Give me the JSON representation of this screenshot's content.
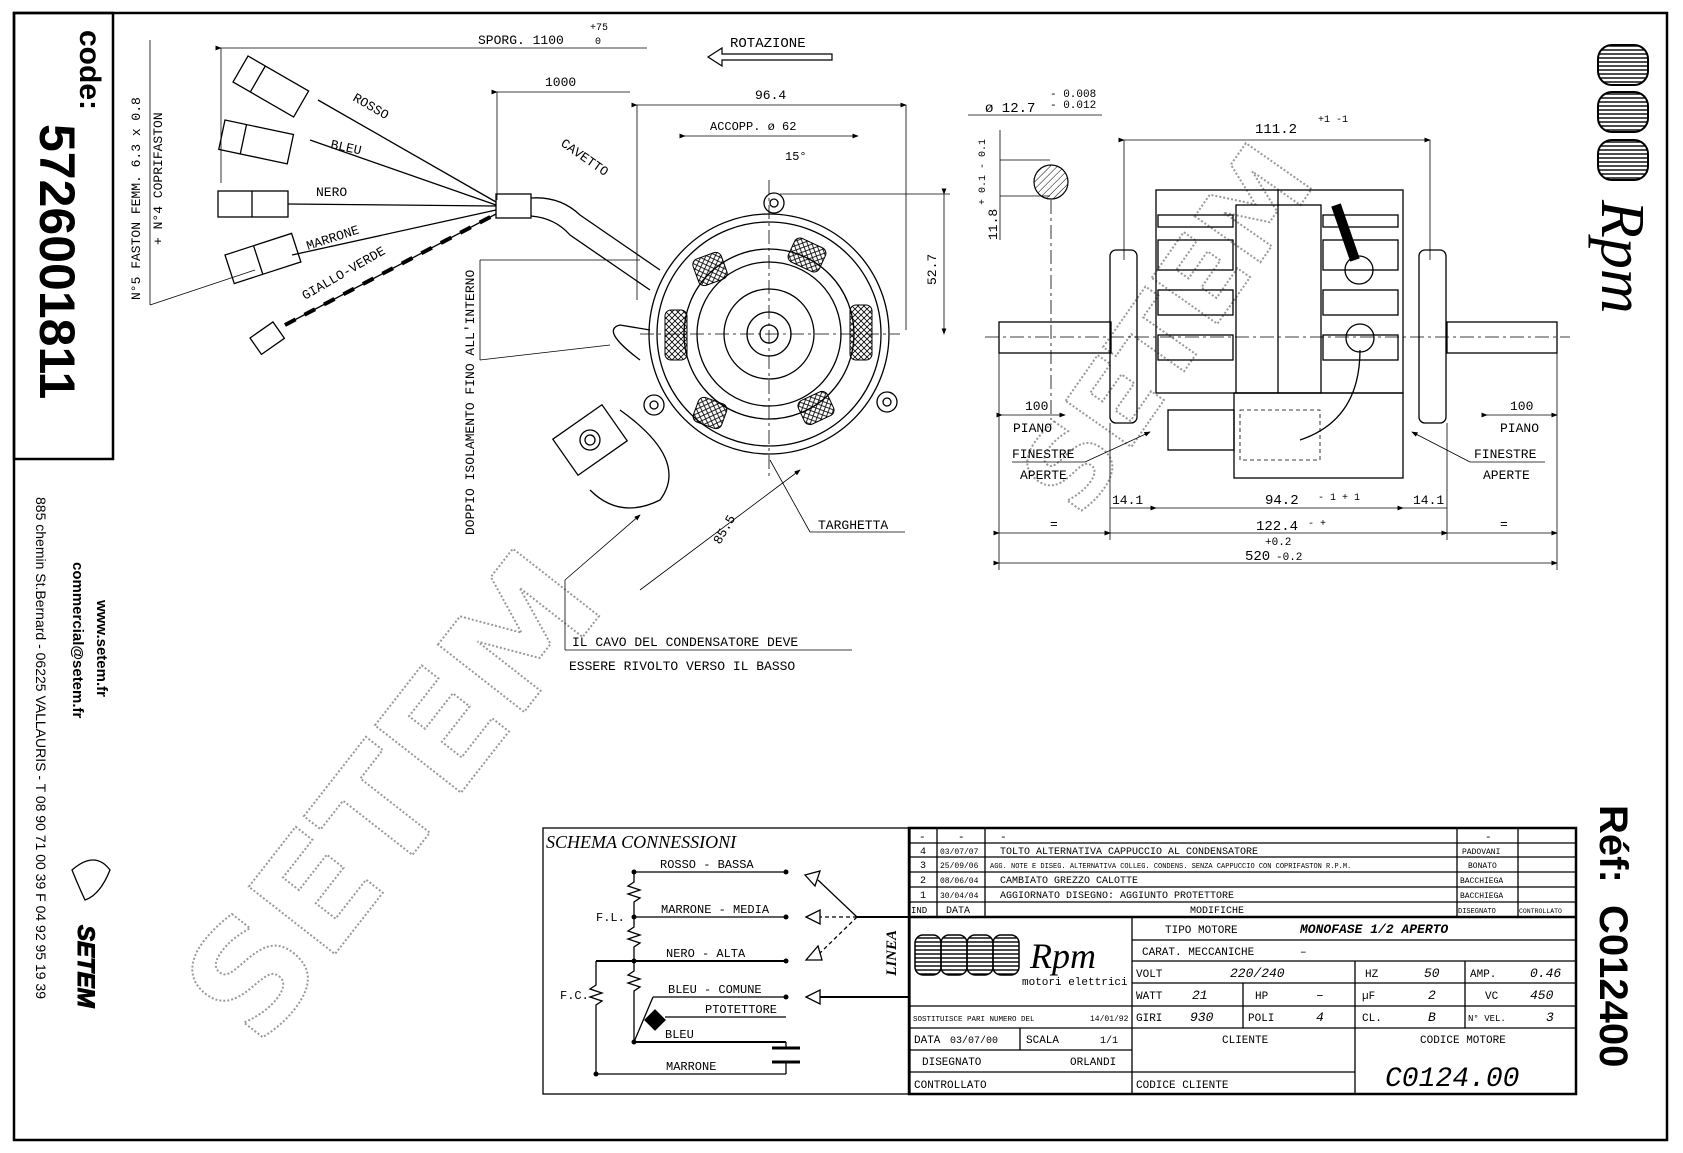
{
  "sidebar_code": {
    "label": "code:",
    "number": "5726001811"
  },
  "company": {
    "website": "www.setem.fr",
    "email": "commercial@setem.fr",
    "address": "885 chemin St.Bernard - 06225 VALLAURIS - T 08 90 71 00 39  F 04 92 95 19 39",
    "logo_text": "SETEM",
    "watermark": "SETEM"
  },
  "reference": {
    "label": "Réf:",
    "value": "C012400"
  },
  "brand": {
    "name": "Rpm",
    "tagline": "motori elettrici"
  },
  "harness": {
    "sporgenza": "SPORG. 1100",
    "sporgenza_tol_plus": "+75",
    "sporgenza_tol_minus": "0",
    "length_1000": "1000",
    "faston_note": "N°5 FASTON FEMM. 6.3 x 0.8",
    "coprifaston_note": "+ N°4 COPRIFASTON",
    "wires": [
      "ROSSO",
      "BLEU",
      "NERO",
      "MARRONE",
      "GIALLO-VERDE"
    ],
    "cavetto": "CAVETTO",
    "insulation_note": "DOPPIO ISOLAMENTO FINO ALL'INTERNO"
  },
  "front_view": {
    "rotation": "ROTAZIONE",
    "dim_96_4": "96.4",
    "accopp": "ACCOPP. ø 62",
    "angle": "15°",
    "dim_52_7": "52.7",
    "dim_85_5": "85.5",
    "targhetta": "TARGHETTA",
    "note_line1": "IL CAVO DEL CONDENSATORE DEVE",
    "note_line2": "ESSERE RIVOLTO VERSO IL BASSO"
  },
  "side_view": {
    "shaft_dia": "ø 12.7",
    "shaft_tol_1": "- 0.008",
    "shaft_tol_2": "- 0.012",
    "flat": "11.8",
    "flat_tol": "+ 0.1  - 0.1",
    "dim_111_2": "111.2",
    "dim_111_2_tol": "+1 -1",
    "piano_len": "100",
    "piano": "PIANO",
    "finestre": "FINESTRE",
    "aperte": "APERTE",
    "dim_14_1": "14.1",
    "dim_94_2": "94.2",
    "dim_94_2_tol": "- 1  + 1",
    "dim_122_4": "122.4",
    "dim_122_4_tol": "- +",
    "equal": "=",
    "dim_520": "520",
    "dim_520_tol_plus": "+0.2",
    "dim_520_tol_minus": "-0.2"
  },
  "schema": {
    "title": "SCHEMA CONNESSIONI",
    "rosso": "ROSSO - BASSA",
    "marrone_media": "MARRONE - MEDIA",
    "nero": "NERO - ALTA",
    "bleu_comune": "BLEU - COMUNE",
    "protettore": "PTOTETTORE",
    "bleu": "BLEU",
    "marrone": "MARRONE",
    "fl": "F.L.",
    "fc": "F.C.",
    "linea": "LINEA"
  },
  "revisions": {
    "rows": [
      {
        "ind": "-",
        "date": "-",
        "text": "-",
        "drawn": "-",
        "checked": ""
      },
      {
        "ind": "4",
        "date": "03/07/07",
        "text": "TOLTO ALTERNATIVA CAPPUCCIO AL CONDENSATORE",
        "drawn": "PADOVANI",
        "checked": ""
      },
      {
        "ind": "3",
        "date": "25/09/06",
        "text": "AGG. NOTE E DISEG. ALTERNATIVA COLLEG. CONDENS. SENZA CAPPUCCIO CON COPRIFASTON R.P.M.",
        "drawn": "BONATO",
        "checked": ""
      },
      {
        "ind": "2",
        "date": "08/06/04",
        "text": "CAMBIATO GREZZO CALOTTE",
        "drawn": "BACCHIEGA",
        "checked": ""
      },
      {
        "ind": "1",
        "date": "30/04/04",
        "text": "AGGIORNATO DISEGNO: AGGIUNTO PROTETTORE",
        "drawn": "BACCHIEGA",
        "checked": ""
      }
    ],
    "headers": {
      "ind": "IND",
      "date": "DATA",
      "text": "MODIFICHE",
      "drawn": "DISEGNATO",
      "checked": "CONTROLLATO"
    }
  },
  "title_block": {
    "tipo_label": "TIPO MOTORE",
    "tipo_value": "MONOFASE 1/2 APERTO",
    "carat_label": "CARAT. MECCANICHE",
    "carat_value": "–",
    "volt_label": "VOLT",
    "volt_value": "220/240",
    "hz_label": "HZ",
    "hz_value": "50",
    "amp_label": "AMP.",
    "amp_value": "0.46",
    "watt_label": "WATT",
    "watt_value": "21",
    "hp_label": "HP",
    "hp_value": "–",
    "uf_label": "µF",
    "uf_value": "2",
    "vc_label": "VC",
    "vc_value": "450",
    "giri_label": "GIRI",
    "giri_value": "930",
    "poli_label": "POLI",
    "poli_value": "4",
    "cl_label": "CL.",
    "cl_value": "B",
    "vel_label": "N° VEL.",
    "vel_value": "3",
    "sostituisce_label": "SOSTITUISCE PARI NUMERO DEL",
    "sostituisce_value": "14/01/92",
    "data_label": "DATA",
    "data_value": "03/07/00",
    "scala_label": "SCALA",
    "scala_value": "1/1",
    "disegnato_label": "DISEGNATO",
    "disegnato_value": "ORLANDI",
    "controllato_label": "CONTROLLATO",
    "cliente_label": "CLIENTE",
    "codice_cliente_label": "CODICE CLIENTE",
    "codice_motore_label": "CODICE MOTORE",
    "codice_motore_value": "C0124.00"
  }
}
